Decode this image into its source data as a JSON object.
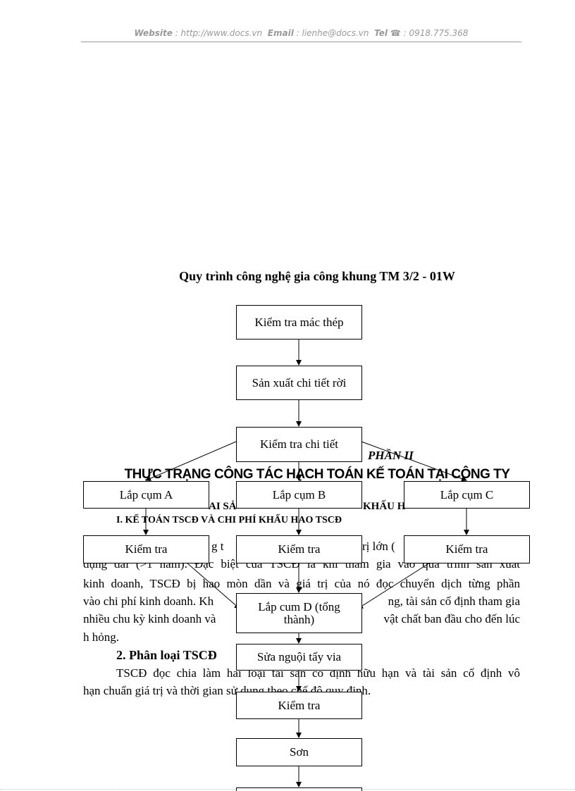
{
  "header": {
    "website_label": "Website",
    "website": ": http://www.docs.vn",
    "email_label": "Email",
    "email": ": lienhe@docs.vn",
    "tel_label": "Tel",
    "tel": "☎ : 0918.775.368"
  },
  "flowchart": {
    "title": "Quy trình công nghệ gia công khung TM 3/2 - 01W",
    "steps": {
      "s1": "Kiểm tra mác thép",
      "s2": "Sản xuất chi tiết rời",
      "s3": "Kiểm tra chi tiết",
      "a": "Lắp cụm A",
      "b": "Lắp cụm B",
      "c": "Lắp cụm C",
      "ka": "Kiểm tra",
      "kb": "Kiểm tra",
      "kc": "Kiểm tra",
      "d": "Lắp cum D (tổng thành)",
      "s4": "Sửa nguội tẩy via",
      "s5": "Kiểm tra",
      "s6": "Sơn"
    }
  },
  "body": {
    "part": "PHẦN II",
    "heading": "THỰC TRẠNG CÔNG TÁC HẠCH TOÁN KẾ TOÁN TẠI CÔNG TY",
    "sub_frag1": "AI SẢ",
    "sub_frag2": "KHẤU H",
    "section1": "I. KẾ TOÁN TSCĐ VÀ CHI PHÍ KHẤU HAO TSCĐ",
    "l1_frag1": "g t",
    "l1_frag2": "rị lớn (",
    "l2": "dụng dài (>1 năm). Đặc biệt của TSCĐ là khi tham gia vào quá trình sản xuất",
    "l3": "kinh doanh, TSCĐ bị hao mòn dần và giá trị của nó đọc  chuyển dịch từng phần",
    "l4_frag1": "vào chi phí kinh doanh. Kh",
    "l4_frag2": "ng, tài sản cố định tham gia",
    "l5_frag1": "nhiều chu kỳ kinh doanh và",
    "l5_frag2": "vật chất ban đầu cho đến lúc",
    "l6": "h   hỏng.",
    "section2": "2. Phân loại TSCĐ",
    "l7": "TSCĐ đọc   chia làm hai loại tài sản cố định hữu hạn và tài sản cố định vô",
    "l8": "hạn chuẩn giá trị và thời gian sử dụng theo chế độ quy định."
  }
}
